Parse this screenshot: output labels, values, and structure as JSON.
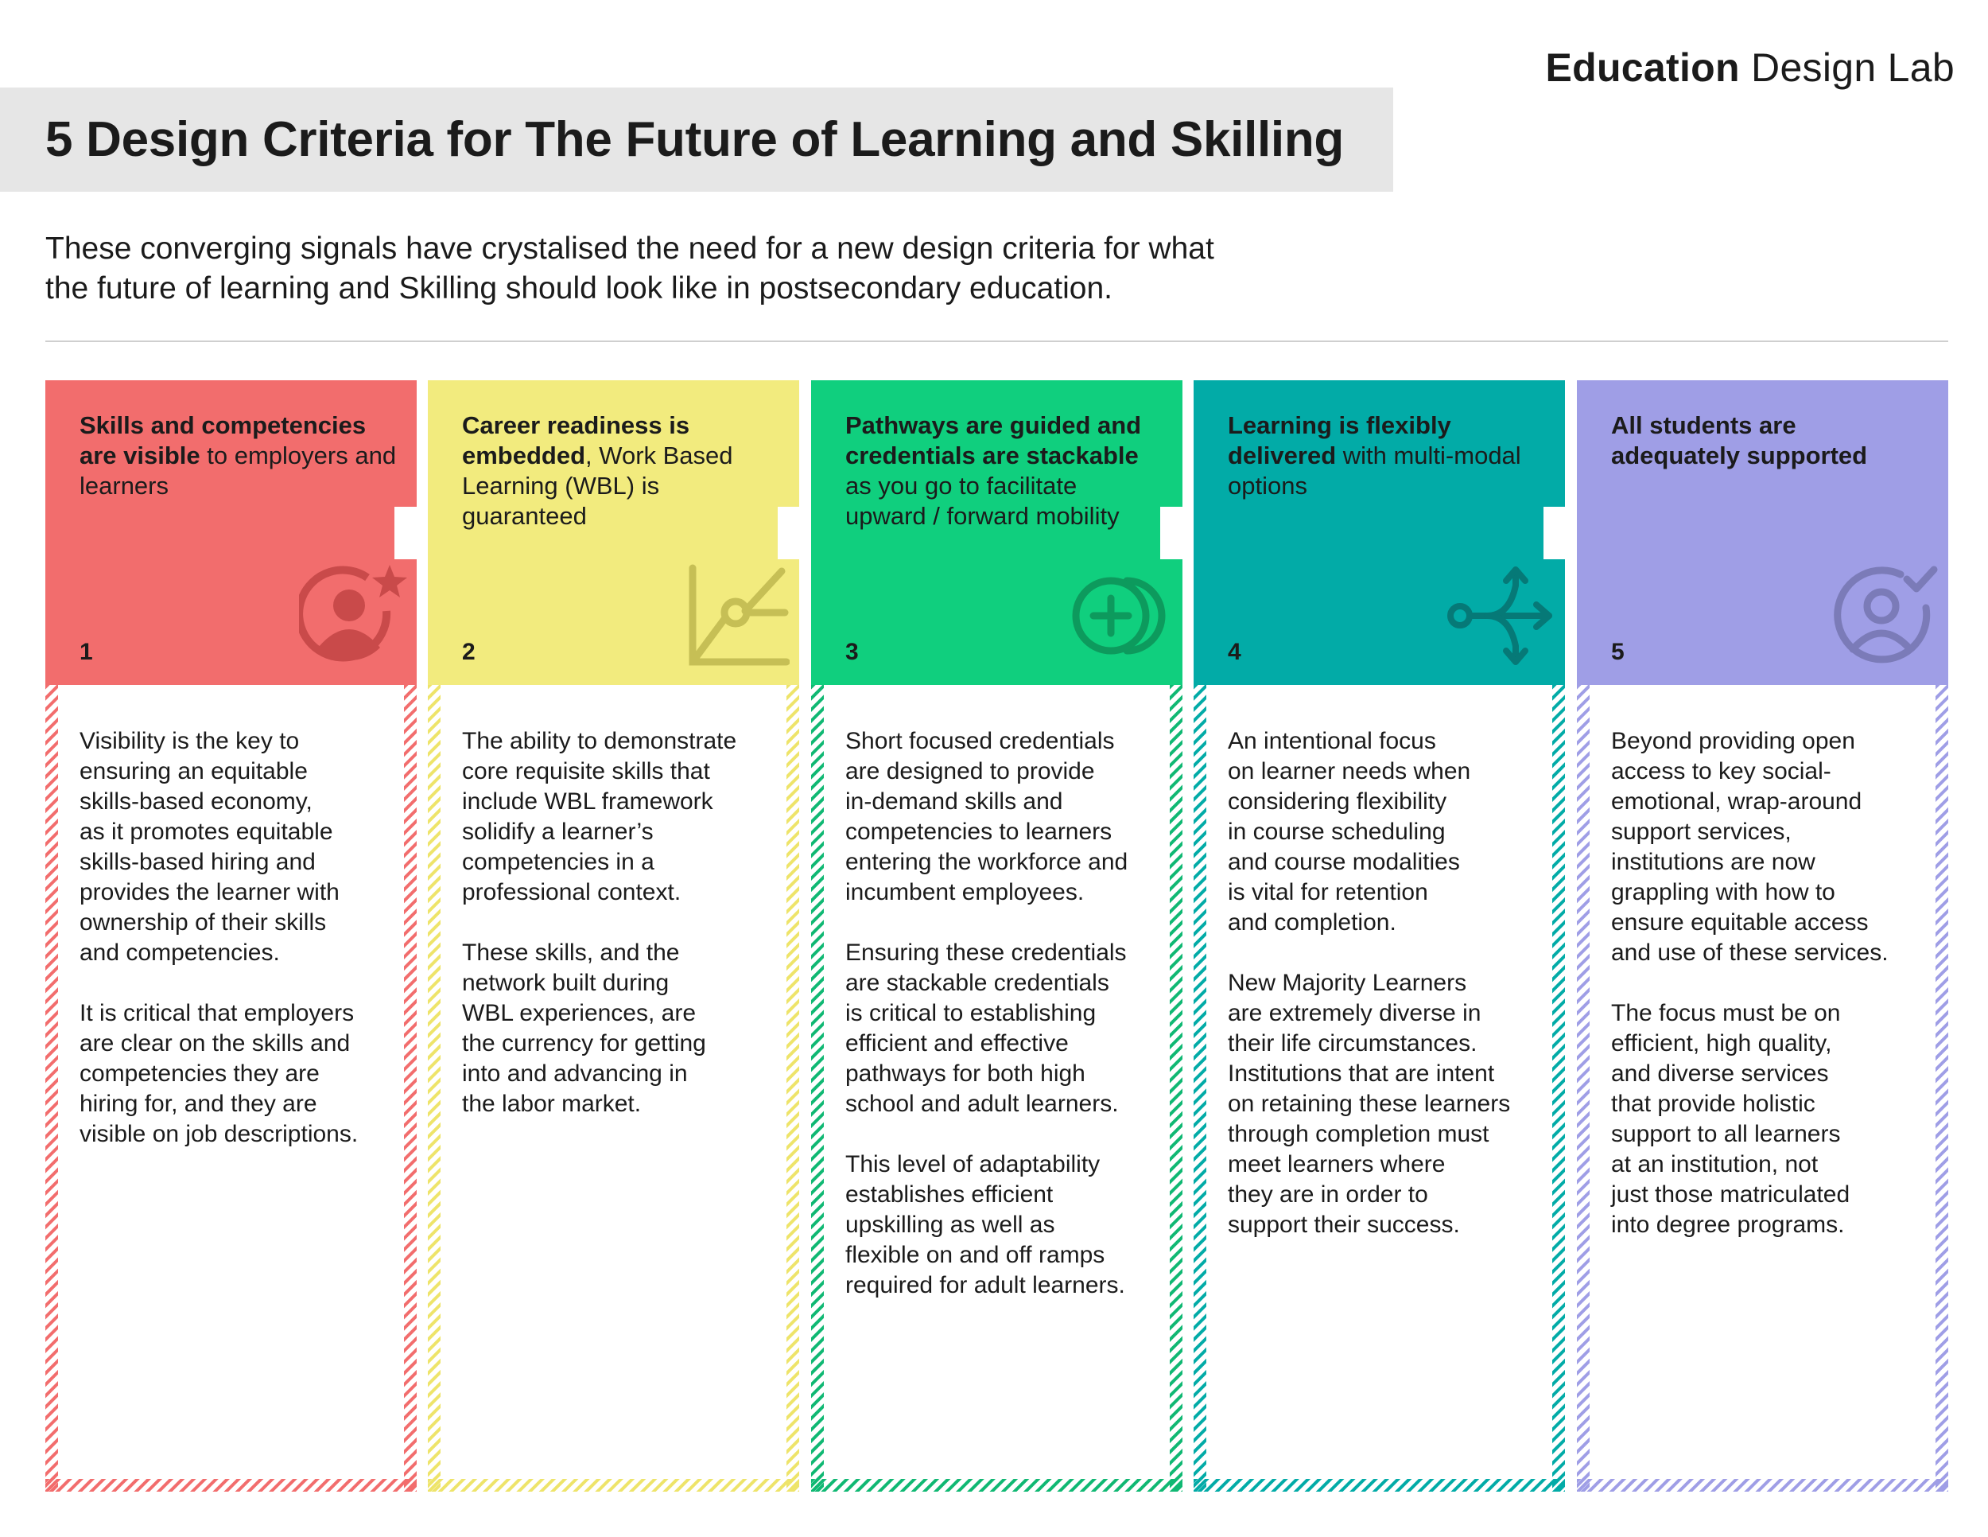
{
  "brand": {
    "bold": "Education",
    "light": "Design Lab"
  },
  "title": "5 Design Criteria for The Future of Learning and Skilling",
  "intro": [
    "These converging signals have crystalised the need for a new design criteria for what",
    "the future of learning and Skilling should look like in postsecondary education."
  ],
  "colors": {
    "card1": "#f26d6d",
    "card2": "#f2eb7e",
    "card3": "#10cf7e",
    "card4": "#02aba7",
    "card5": "#9f9ee6"
  },
  "cards": [
    {
      "number": "1",
      "icon": "user-star-icon",
      "head_bold": "Skills and competencies are visible",
      "head_rest": " to employers and learners",
      "body": [
        "Visibility is the key to\nensuring an equitable\nskills-based economy,\nas it promotes equitable\nskills-based hiring and\nprovides the learner with\nownership of their skills\nand competencies.",
        "It is critical that employers\nare clear on the skills and\ncompetencies they are\nhiring for, and they are\nvisible on job descriptions."
      ]
    },
    {
      "number": "2",
      "icon": "growth-chart-icon",
      "head_bold": "Career readiness is embedded",
      "head_rest": ", Work Based Learning (WBL) is guaranteed",
      "body": [
        "The ability to demonstrate\ncore requisite skills that\ninclude WBL framework\nsolidify a learner’s\ncompetencies in a\nprofessional context.",
        "These skills, and the\nnetwork built during\nWBL experiences, are\nthe currency for getting\ninto and advancing in\nthe labor market."
      ]
    },
    {
      "number": "3",
      "icon": "stacked-coins-plus-icon",
      "head_bold": "Pathways are guided and credentials are stackable",
      "head_rest": " as you go to facilitate upward / forward mobility",
      "body": [
        "Short focused credentials\nare designed to provide\nin-demand skills and\ncompetencies to learners\nentering the workforce and\nincumbent employees.",
        "Ensuring these credentials\nare stackable credentials\nis critical to establishing\nefficient and effective\npathways for both high\nschool and adult learners.",
        "This level of adaptability\nestablishes efficient\nupskilling as well as\nflexible on and off ramps\nrequired for adult learners."
      ]
    },
    {
      "number": "4",
      "icon": "branching-arrows-icon",
      "head_bold": "Learning is flexibly delivered",
      "head_rest": " with multi-modal options",
      "body": [
        "An intentional focus\non learner needs when\nconsidering flexibility\nin course scheduling\nand course modalities\nis vital for retention\nand completion.",
        "New Majority Learners\nare extremely diverse in\ntheir life circumstances.\nInstitutions that are intent\non retaining these learners\nthrough completion must\nmeet learners where\nthey are in order to\nsupport their success."
      ]
    },
    {
      "number": "5",
      "icon": "user-check-icon",
      "head_bold": "All students are adequately supported",
      "head_rest": "",
      "body": [
        "Beyond providing open\naccess to key social-\nemotional, wrap-around\nsupport services,\ninstitutions are now\ngrappling with how to\nensure equitable access\nand use of these services.",
        "The focus must be on\nefficient, high quality,\nand diverse services\nthat provide holistic\nsupport to all learners\nat an institution, not\njust those matriculated\ninto degree programs."
      ]
    }
  ]
}
